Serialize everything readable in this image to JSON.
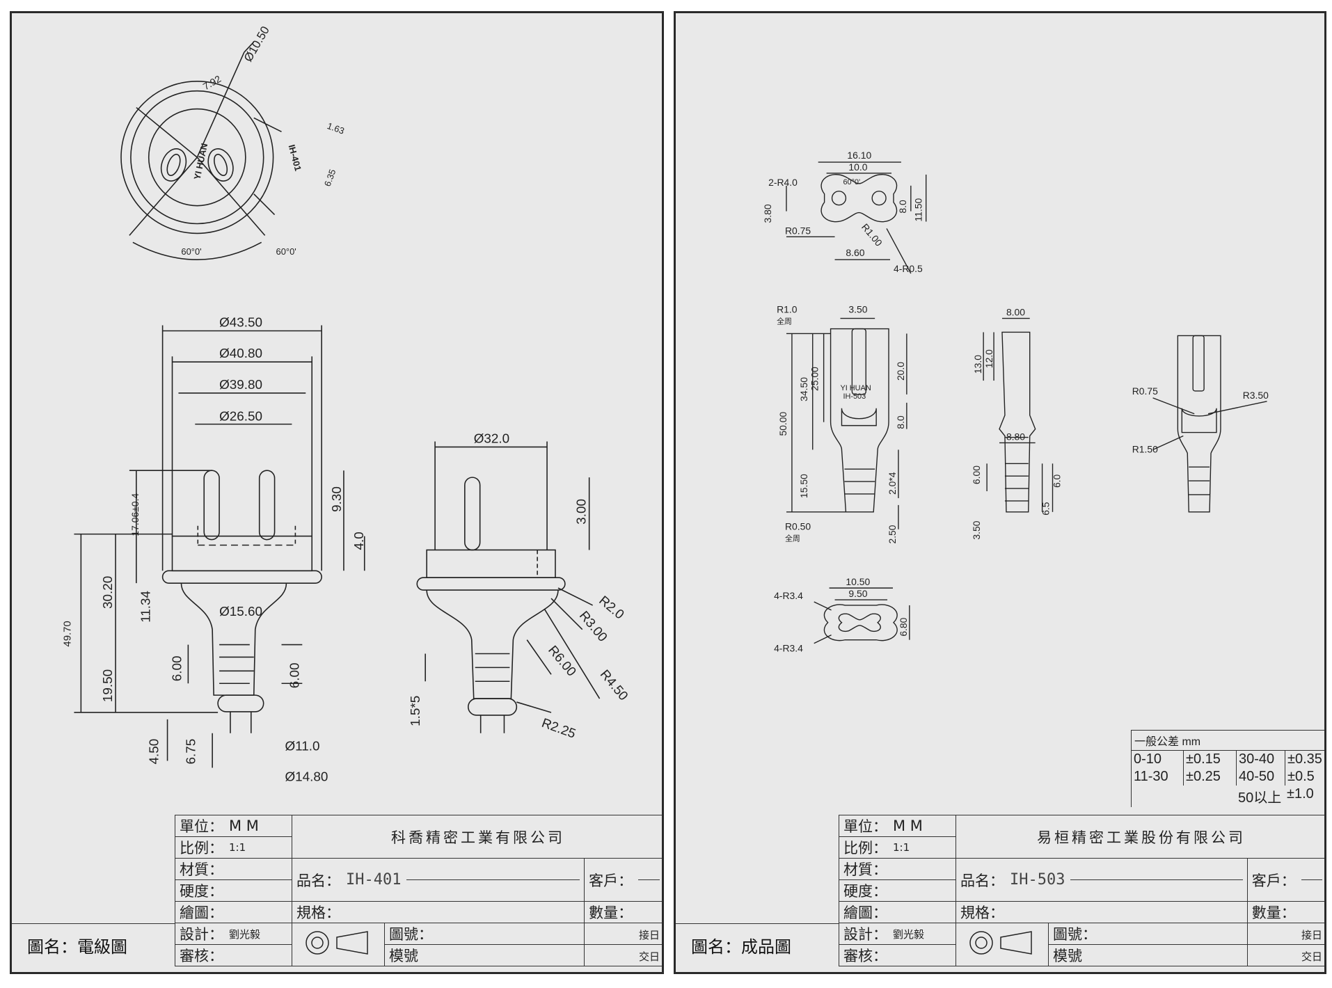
{
  "left": {
    "dims": {
      "d10_50": "Ø10.50",
      "d7_92": "7.92",
      "d1_63": "1.63",
      "d6_35": "6.35",
      "ang_left": "60°0'",
      "ang_right": "60°0'",
      "brand": "YI HUAN",
      "model_mark": "IH-401",
      "d43_50": "Ø43.50",
      "d40_80": "Ø40.80",
      "d39_80": "Ø39.80",
      "d26_50": "Ø26.50",
      "d17_06": "17.06±0.4",
      "d9_30": "9.30",
      "d4_0": "4.0",
      "d49_70": "49.70",
      "d30_20": "30.20",
      "d11_34": "11.34",
      "d15_60": "Ø15.60",
      "d19_50": "19.50",
      "d6_00a": "6.00",
      "d6_00b": "6.00",
      "d4_50": "4.50",
      "d6_75": "6.75",
      "d11_0": "Ø11.0",
      "d14_80": "Ø14.80",
      "d32_0": "Ø32.0",
      "d3_00": "3.00",
      "r2_0": "R2.0",
      "r3_00": "R3.00",
      "r6_00": "R6.00",
      "r4_50": "R4.50",
      "r2_25": "R2.25",
      "d1_5x5": "1.5*5"
    },
    "titleblock": {
      "unit_label": "單位：",
      "unit_value": "M  M",
      "scale_label": "比例：",
      "scale_value": "1:1",
      "material_label": "材質：",
      "hardness_label": "硬度：",
      "drafter_label": "繪圖：",
      "designer_label": "設計：",
      "designer_value": "劉光毅",
      "reviewer_label": "審核：",
      "company": "科喬精密工業有限公司",
      "part_name_label": "品名：",
      "part_name_value": "IH-401",
      "spec_label": "規格：",
      "customer_label": "客戶：",
      "quantity_label": "數量：",
      "drawing_no_label": "圖號：",
      "mold_no_label": "模號",
      "receive_date_label": "接日",
      "delivery_date_label": "交日",
      "drawing_title_label": "圖名：",
      "drawing_title_value": "電級圖"
    }
  },
  "right": {
    "dims": {
      "d16_10": "16.10",
      "d10_0": "10.0",
      "d60_0": "60°0'",
      "r2_40": "2-R4.0",
      "d3_80": "3.80",
      "d8_0": "8.0",
      "d11_50": "11.50",
      "r0_75a": "R0.75",
      "r1_00": "R1.00",
      "d8_60": "8.60",
      "r4_05": "4-R0.5",
      "r1_0": "R1.0",
      "all_around": "全周",
      "d3_50": "3.50",
      "d50_00": "50.00",
      "d34_50": "34.50",
      "d25_00": "25.00",
      "d20_0": "20.0",
      "brand": "YI HUAN",
      "model_mark": "IH-503",
      "d8_0b": "8.0",
      "d15_50": "15.50",
      "d2_0x4": "2.0*4",
      "r0_50": "R0.50",
      "all_around_b": "全周",
      "d2_50": "2.50",
      "d8_00": "8.00",
      "d13_0": "13.0",
      "d12_0": "12.0",
      "d8_80": "8.80",
      "d6_00": "6.00",
      "d3_50b": "3.50",
      "d6_5": "6.5",
      "d6_0": "6.0",
      "r0_75b": "R0.75",
      "r3_50": "R3.50",
      "r1_50": "R1.50",
      "d10_50": "10.50",
      "d9_50": "9.50",
      "r4_3_4a": "4-R3.4",
      "r4_3_4b": "4-R3.4",
      "d6_80": "6.80"
    },
    "tolerance": {
      "header": "一般公差",
      "unit": "mm",
      "rows": [
        {
          "range": "0-10",
          "tol": "±0.15",
          "range2": "30-40",
          "tol2": "±0.35"
        },
        {
          "range": "11-30",
          "tol": "±0.25",
          "range2": "40-50",
          "tol2": "±0.5"
        },
        {
          "range": "",
          "tol": "",
          "range2": "50以上",
          "tol2": "±1.0"
        }
      ]
    },
    "titleblock": {
      "unit_label": "單位：",
      "unit_value": "M  M",
      "scale_label": "比例：",
      "scale_value": "1:1",
      "material_label": "材質：",
      "hardness_label": "硬度：",
      "drafter_label": "繪圖：",
      "designer_label": "設計：",
      "designer_value": "劉光毅",
      "reviewer_label": "審核：",
      "company": "易桓精密工業股份有限公司",
      "part_name_label": "品名：",
      "part_name_value": "IH-503",
      "spec_label": "規格：",
      "customer_label": "客戶：",
      "quantity_label": "數量：",
      "drawing_no_label": "圖號：",
      "mold_no_label": "模號",
      "receive_date_label": "接日",
      "delivery_date_label": "交日",
      "drawing_title_label": "圖名：",
      "drawing_title_value": "成品圖"
    }
  }
}
